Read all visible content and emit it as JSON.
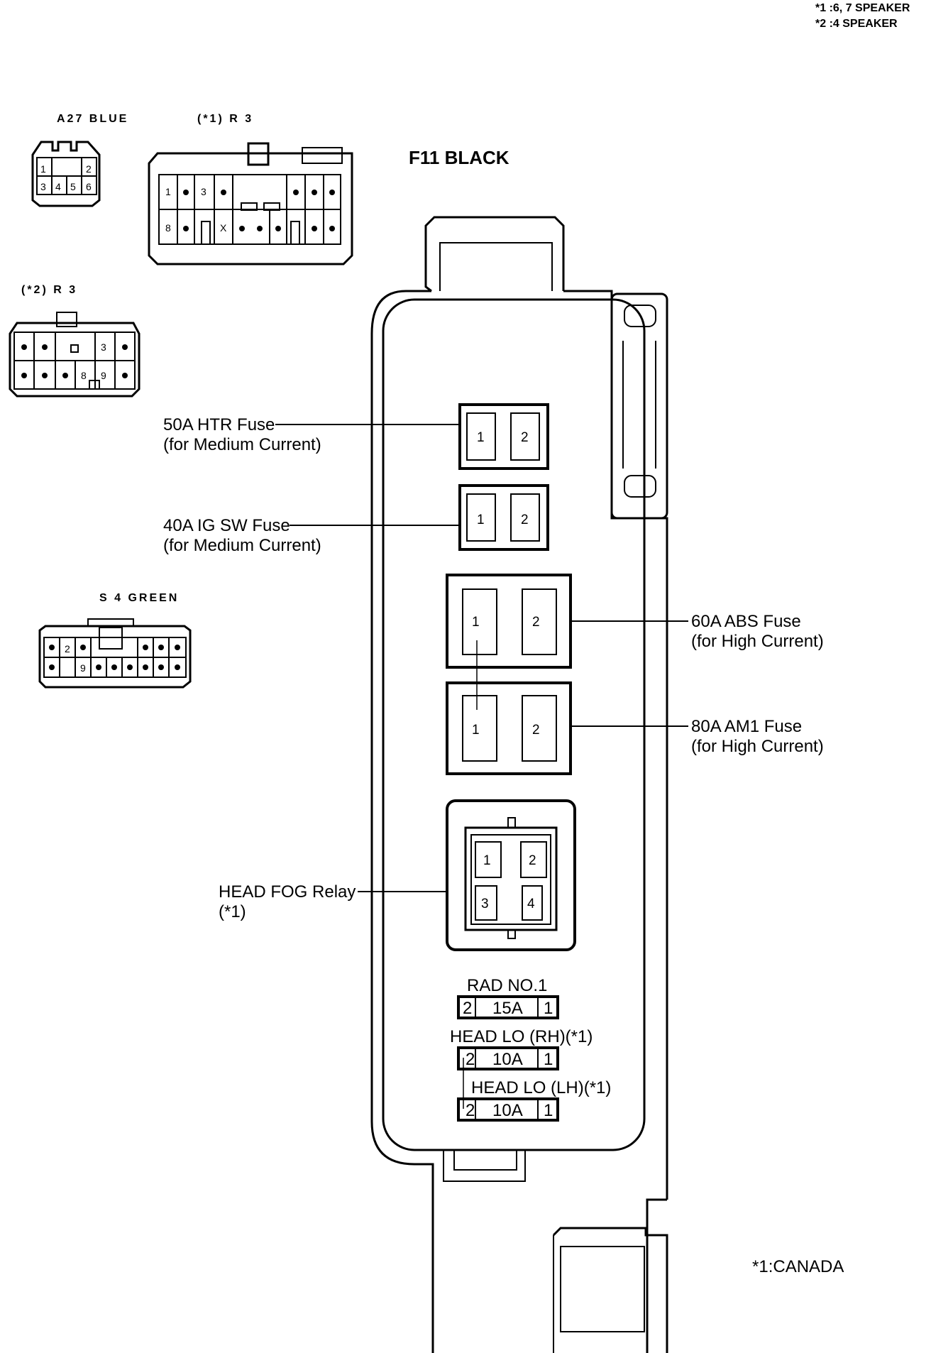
{
  "notes": {
    "speaker_note_1": "*1 :6, 7 SPEAKER",
    "speaker_note_2": "*2 :4 SPEAKER",
    "canada_note": "*1:CANADA"
  },
  "connectors": {
    "a27": {
      "label": "A27 BLUE",
      "pins": [
        "1",
        "2",
        "3",
        "4",
        "5",
        "6"
      ]
    },
    "r3_speaker_6_7": {
      "label": "(*1) R 3",
      "pins": [
        "1",
        "3",
        "8",
        "X"
      ]
    },
    "r3_speaker_4": {
      "label": "(*2) R 3",
      "pins": [
        "3",
        "8",
        "9"
      ]
    },
    "s4": {
      "label": "S 4 GREEN",
      "pins": [
        "2",
        "9"
      ]
    }
  },
  "fuse_block": {
    "title": "F11 BLACK",
    "htr_fuse": {
      "name": "50A HTR Fuse",
      "sub": "(for Medium Current)",
      "pins": [
        "1",
        "2"
      ]
    },
    "igsw_fuse": {
      "name": "40A IG SW Fuse",
      "sub": "(for Medium Current)",
      "pins": [
        "1",
        "2"
      ]
    },
    "abs_fuse": {
      "name": "60A ABS Fuse",
      "sub": "(for High Current)",
      "pins": [
        "1",
        "2"
      ]
    },
    "am1_fuse": {
      "name": "80A AM1 Fuse",
      "sub": "(for High Current)",
      "pins": [
        "1",
        "2"
      ]
    },
    "head_fog_relay": {
      "name": "HEAD FOG Relay",
      "sub": "(*1)",
      "pins": [
        "1",
        "2",
        "3",
        "4"
      ]
    },
    "rad_no1": {
      "name": "RAD NO.1",
      "left_pin": "2",
      "rating": "15A",
      "right_pin": "1"
    },
    "head_lo_rh": {
      "name": "HEAD LO (RH)(*1)",
      "left_pin": "2",
      "rating": "10A",
      "right_pin": "1"
    },
    "head_lo_lh": {
      "name": "HEAD LO (LH)(*1)",
      "left_pin": "2",
      "rating": "10A",
      "right_pin": "1"
    }
  }
}
